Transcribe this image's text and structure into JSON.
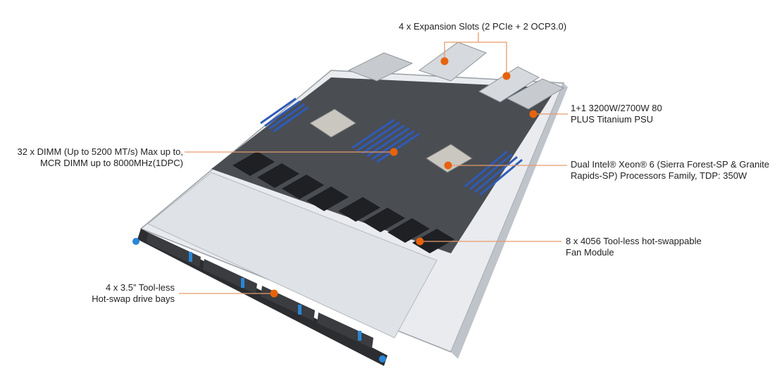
{
  "diagram": {
    "subject": "1U rack server, top cover removed",
    "accent_color": "#e8620c",
    "leader_line_color": "#e89a6a",
    "callouts": [
      {
        "id": "expansion",
        "lines": [
          "4 x Expansion Slots (2 PCIe + 2 OCP3.0)"
        ]
      },
      {
        "id": "psu",
        "lines": [
          "1+1 3200W/2700W 80",
          "PLUS Titanium PSU"
        ]
      },
      {
        "id": "dimm",
        "lines": [
          "32 x DIMM (Up to 5200 MT/s) Max up to,",
          "MCR DIMM up to 8000MHz(1DPC)"
        ]
      },
      {
        "id": "cpu",
        "lines": [
          "Dual Intel® Xeon® 6 (Sierra Forest-SP & Granite",
          "Rapids-SP) Processors Family, TDP: 350W"
        ]
      },
      {
        "id": "fan",
        "lines": [
          "8 x 4056 Tool-less hot-swappable",
          "Fan Module"
        ]
      },
      {
        "id": "drive",
        "lines": [
          "4 x 3.5” Tool-less",
          "Hot-swap drive bays"
        ]
      }
    ]
  }
}
